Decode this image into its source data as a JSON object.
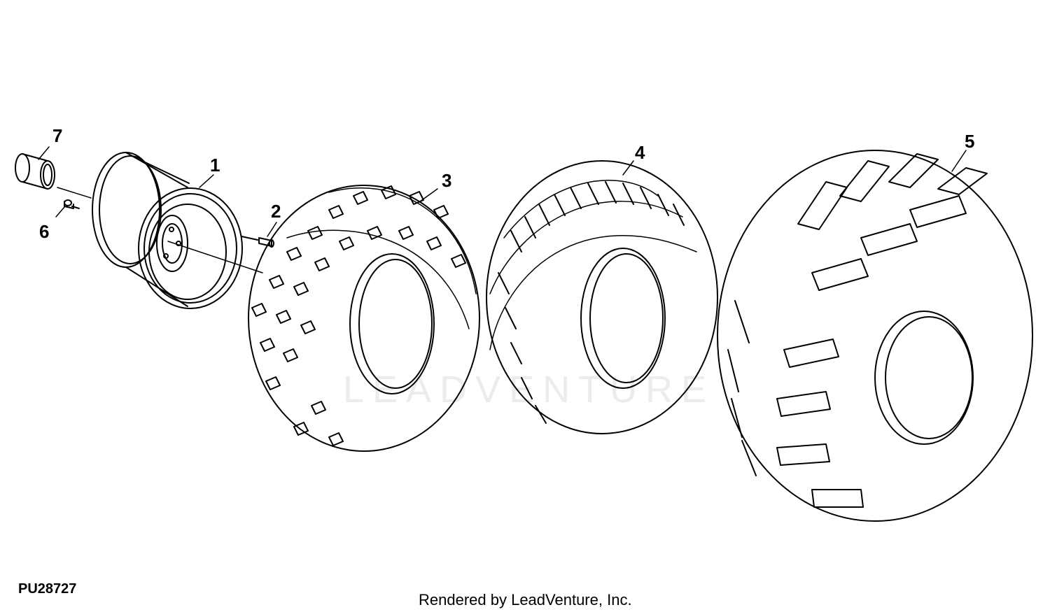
{
  "diagram": {
    "callouts": [
      {
        "label": "1",
        "part": "wheel rim"
      },
      {
        "label": "2",
        "part": "valve stem"
      },
      {
        "label": "3",
        "part": "knobby tire"
      },
      {
        "label": "4",
        "part": "turf tire"
      },
      {
        "label": "5",
        "part": "lug tire"
      },
      {
        "label": "6",
        "part": "lug bolt"
      },
      {
        "label": "7",
        "part": "bushing"
      }
    ],
    "figure_code": "PU28727",
    "watermark": "LEADVENTURE",
    "credit": "Rendered by LeadVenture, Inc."
  }
}
